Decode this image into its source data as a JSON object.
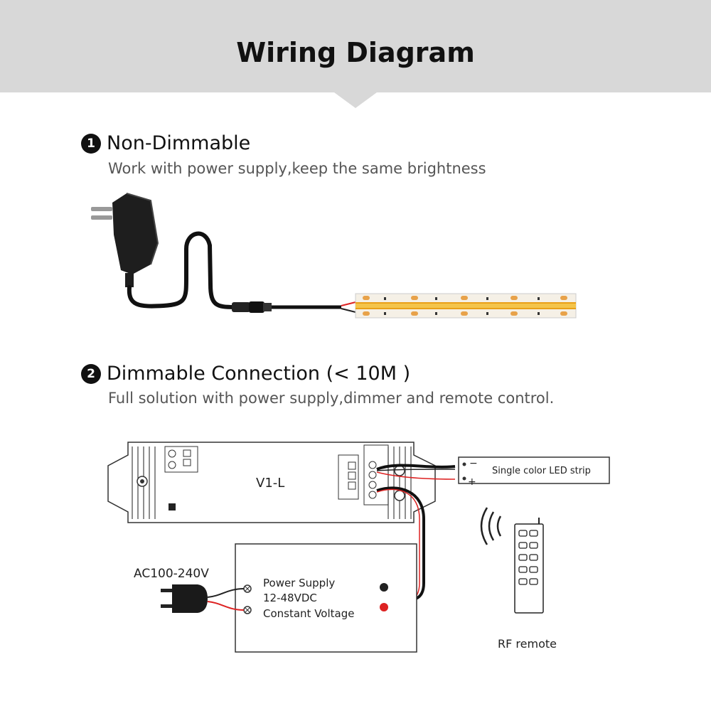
{
  "header": {
    "title": "Wiring Diagram"
  },
  "section1": {
    "number": "1",
    "title": "Non-Dimmable",
    "subtitle": "Work with power supply,keep the same brightness"
  },
  "section2": {
    "number": "2",
    "title": "Dimmable Connection (< 10M )",
    "subtitle": "Full solution with power supply,dimmer and remote control."
  },
  "diagram": {
    "controller_model": "V1-L",
    "led_strip_label": "Single color LED strip",
    "strip_minus": "−",
    "strip_plus": "+",
    "ac_label": "AC100-240V",
    "power_supply_lines": [
      "Power Supply",
      "12-48VDC",
      "Constant Voltage"
    ],
    "remote_label": "RF remote"
  }
}
